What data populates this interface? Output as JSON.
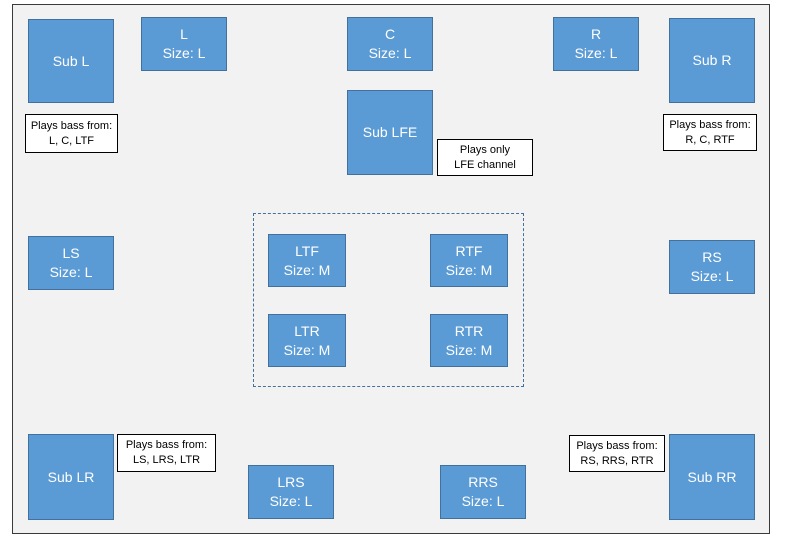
{
  "speakers": {
    "sub_l": {
      "line1": "Sub L"
    },
    "l": {
      "line1": "L",
      "line2": "Size: L"
    },
    "c": {
      "line1": "C",
      "line2": "Size: L"
    },
    "r": {
      "line1": "R",
      "line2": "Size: L"
    },
    "sub_r": {
      "line1": "Sub R"
    },
    "sub_lfe": {
      "line1": "Sub LFE"
    },
    "ls": {
      "line1": "LS",
      "line2": "Size: L"
    },
    "rs": {
      "line1": "RS",
      "line2": "Size: L"
    },
    "ltf": {
      "line1": "LTF",
      "line2": "Size: M"
    },
    "rtf": {
      "line1": "RTF",
      "line2": "Size: M"
    },
    "ltr": {
      "line1": "LTR",
      "line2": "Size: M"
    },
    "rtr": {
      "line1": "RTR",
      "line2": "Size: M"
    },
    "sub_lr": {
      "line1": "Sub LR"
    },
    "lrs": {
      "line1": "LRS",
      "line2": "Size: L"
    },
    "rrs": {
      "line1": "RRS",
      "line2": "Size: L"
    },
    "sub_rr": {
      "line1": "Sub RR"
    }
  },
  "notes": {
    "sub_l": {
      "line1": "Plays bass from:",
      "line2": "L, C, LTF"
    },
    "sub_r": {
      "line1": "Plays bass from:",
      "line2": "R, C, RTF"
    },
    "sub_lfe": {
      "line1": "Plays only",
      "line2": "LFE channel"
    },
    "sub_lr": {
      "line1": "Plays bass from:",
      "line2": "LS, LRS, LTR"
    },
    "sub_rr": {
      "line1": "Plays bass from:",
      "line2": "RS, RRS, RTR"
    }
  },
  "colors": {
    "speaker_fill": "#5b9bd5",
    "speaker_border": "#41719c",
    "room_fill": "#f2f2f2"
  }
}
